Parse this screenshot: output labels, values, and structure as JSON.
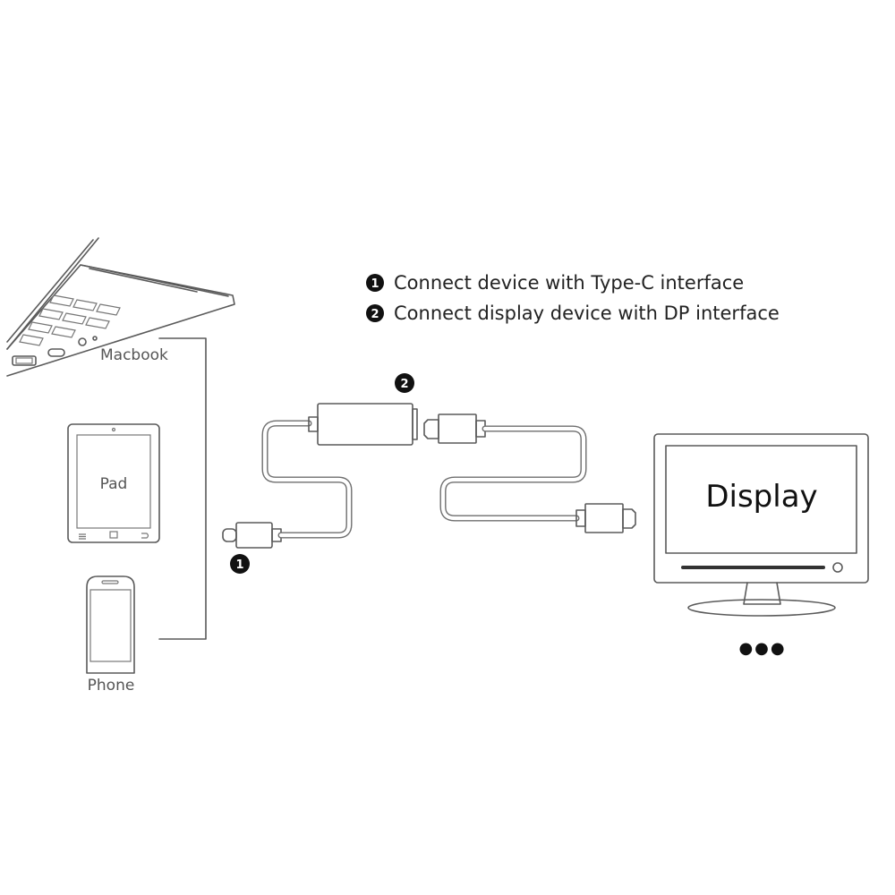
{
  "legend": {
    "step1": {
      "number": "1",
      "text": "Connect device with Type-C interface"
    },
    "step2": {
      "number": "2",
      "text": "Connect display device with DP interface"
    }
  },
  "devices": {
    "laptop": "Macbook",
    "tablet": "Pad",
    "phone": "Phone"
  },
  "cable": {
    "typec_marker": "1",
    "adapter_marker": "2"
  },
  "display": {
    "screen_text": "Display",
    "more": "●●●"
  }
}
